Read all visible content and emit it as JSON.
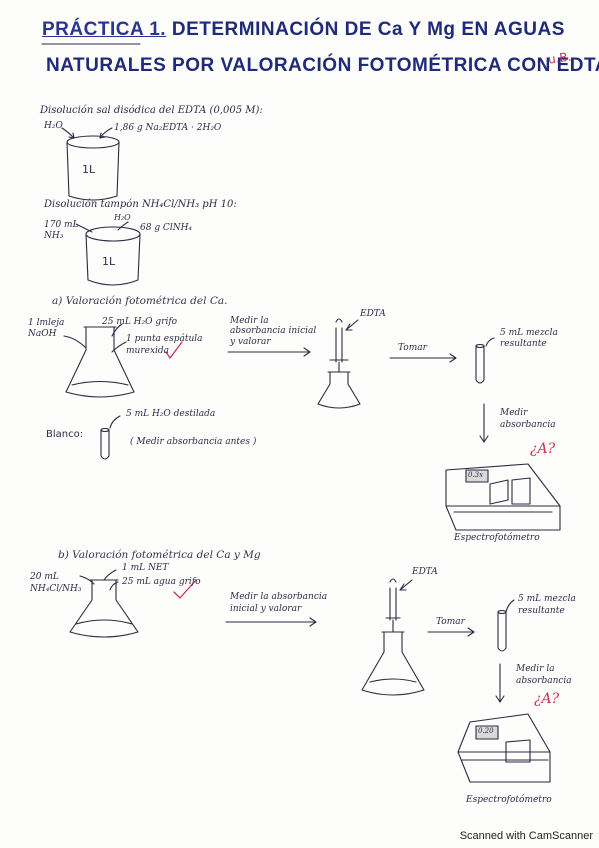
{
  "title": {
    "prefix": "PRÁCTICA 1.",
    "line1_rest": "DETERMINACIÓN DE Ca Y Mg EN AGUAS",
    "line2": "NATURALES POR VALORACIÓN FOTOMÉTRICA CON EDTA",
    "tag": "u.B."
  },
  "prep": {
    "edta": {
      "heading": "Disolución sal disódica del EDTA (0,005 M):",
      "water": "H₂O",
      "reagent": "1,86 g Na₂EDTA · 2H₂O",
      "volume": "1L"
    },
    "buffer": {
      "heading": "Disolución tampón NH₄Cl/NH₃ pH 10:",
      "water": "H₂O",
      "nh3": "170 mL NH₃",
      "reagent": "68 g ClNH₄",
      "volume": "1L"
    }
  },
  "section_a": {
    "heading": "a) Valoración fotométrica del Ca.",
    "reagent_1": "1 lmleja NaOH",
    "reagent_2": "25 mL H₂O grifo",
    "reagent_3": "1 punta espátula murexida",
    "step_measure": "Medir la absorbancia inicial y valorar",
    "edta": "EDTA",
    "take": "Tomar",
    "sample": "5 mL mezcla resultante",
    "measure": "Medir absorbancia",
    "question": "¿A?",
    "instrument": "Espectrofotómetro",
    "display": "0.3x",
    "blank_label": "Blanco:",
    "blank_reagent": "5 mL H₂O destilada",
    "blank_note": "( Medir absorbancia antes )"
  },
  "section_b": {
    "heading": "b) Valoración fotométrica del Ca y Mg",
    "reagent_1": "20 mL NH₄Cl/NH₃",
    "reagent_2": "1 mL NET",
    "reagent_3": "25 mL agua grifo",
    "step_measure": "Medir la absorbancia inicial y valorar",
    "edta": "EDTA",
    "take": "Tomar",
    "sample": "5 mL mezcla resultante",
    "measure": "Medir la absorbancia",
    "question": "¿A?",
    "instrument": "Espectrofotómetro",
    "display": "0.20"
  },
  "footer": "Scanned with CamScanner"
}
